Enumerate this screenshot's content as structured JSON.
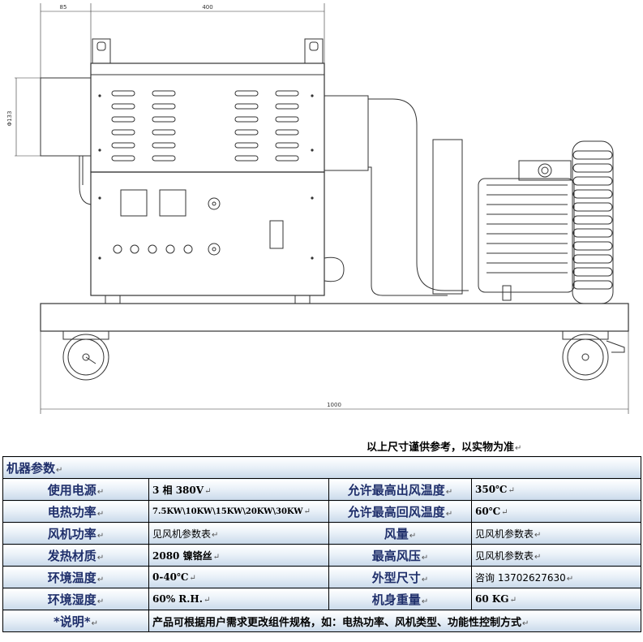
{
  "drawing": {
    "dim_top_left": "85",
    "dim_top_main": "400",
    "dim_side": "Φ133",
    "dim_bottom": "1000"
  },
  "note": "以上尺寸谨供参考，以实物为准",
  "table": {
    "header": "机器参数",
    "rows": [
      {
        "l1": "使用电源",
        "v1": "3 相 380V",
        "l2": "允许最高出风温度",
        "v2": "350℃"
      },
      {
        "l1": "电热功率",
        "v1": "7.5KW\\10KW\\15KW\\20KW\\30KW",
        "l2": "允许最高回风温度",
        "v2": "60℃"
      },
      {
        "l1": "风机功率",
        "v1": "见风机参数表",
        "l2": "风量",
        "v2": "见风机参数表"
      },
      {
        "l1": "发热材质",
        "v1": "2080 镍铬丝",
        "l2": "最高风压",
        "v2": "见风机参数表"
      },
      {
        "l1": "环境温度",
        "v1": "0-40℃",
        "l2": "外型尺寸",
        "v2": "咨询 13702627630"
      },
      {
        "l1": "环境湿度",
        "v1": "60% R.H.",
        "l2": "机身重量",
        "v2": "60 KG"
      }
    ],
    "remark_label": "*说明*",
    "remark_text": "产品可根据用户需求更改组件规格，如：电热功率、风机类型、功能性控制方式"
  },
  "colors": {
    "label_text": "#1f2f6b",
    "cell_gradient_bottom": "#c9d9ea",
    "line": "#333333"
  }
}
